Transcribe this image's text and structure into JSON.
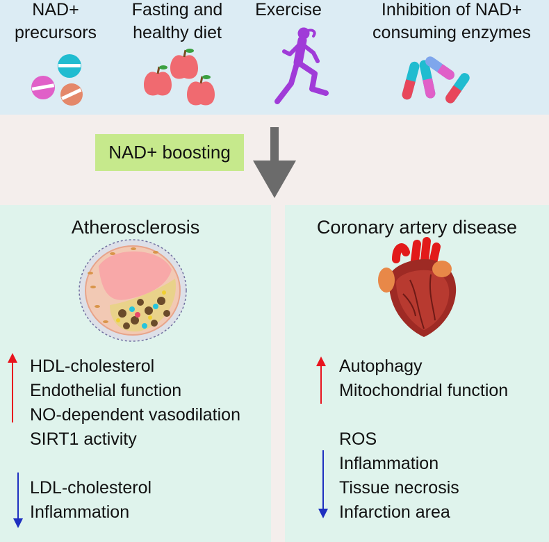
{
  "top_labels": [
    {
      "line1": "NAD+",
      "line2": "precursors"
    },
    {
      "line1": "Fasting and",
      "line2": "healthy diet"
    },
    {
      "line1": "Exercise",
      "line2": ""
    },
    {
      "line1": "Inhibition of NAD+",
      "line2": "consuming enzymes"
    }
  ],
  "boost_label": "NAD+ boosting",
  "left_panel": {
    "title": "Atherosclerosis",
    "up_items": [
      "HDL-cholesterol",
      "Endothelial function",
      "NO-dependent vasodilation",
      "SIRT1 activity"
    ],
    "down_items": [
      "LDL-cholesterol",
      "Inflammation"
    ]
  },
  "right_panel": {
    "title": "Coronary artery disease",
    "up_items": [
      "Autophagy",
      "Mitochondrial function"
    ],
    "down_items": [
      "ROS",
      "Inflammation",
      "Tissue necrosis",
      "Infarction area"
    ]
  },
  "colors": {
    "top_band": "#dcecf4",
    "middle_band": "#f4eeec",
    "panel": "#dff3ec",
    "boost_box": "#c6e98c",
    "down_arrow": "#6b6b6b",
    "up_arrow": "#e8141e",
    "decrease_arrow": "#1e2fc0",
    "runner": "#a03bd8"
  }
}
